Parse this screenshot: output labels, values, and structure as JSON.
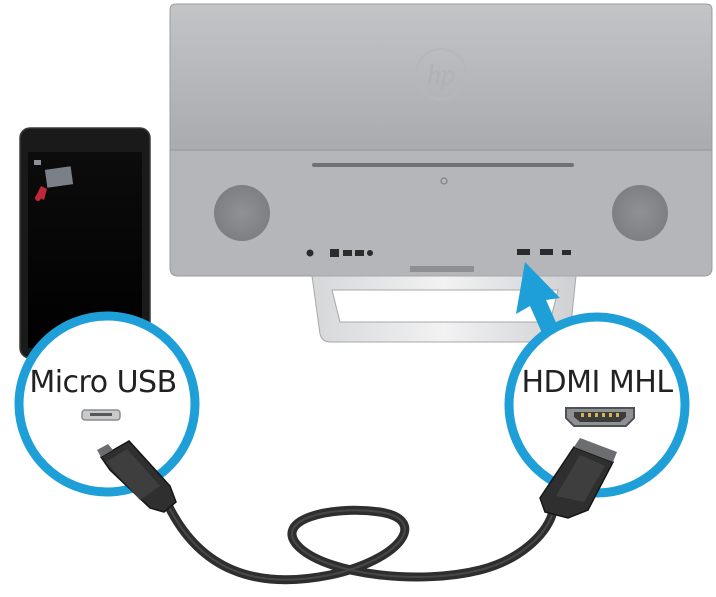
{
  "diagram": {
    "monitor": {
      "logo_text": "hp",
      "accent_color": "#a7a9ac"
    },
    "callouts": {
      "left": {
        "label": "Micro USB",
        "ring_color": "#1f9fd8"
      },
      "right": {
        "label": "HDMI MHL",
        "ring_color": "#1f9fd8"
      }
    },
    "arrow_color": "#1f9fd8",
    "cable_color": "#3a3a3a"
  }
}
